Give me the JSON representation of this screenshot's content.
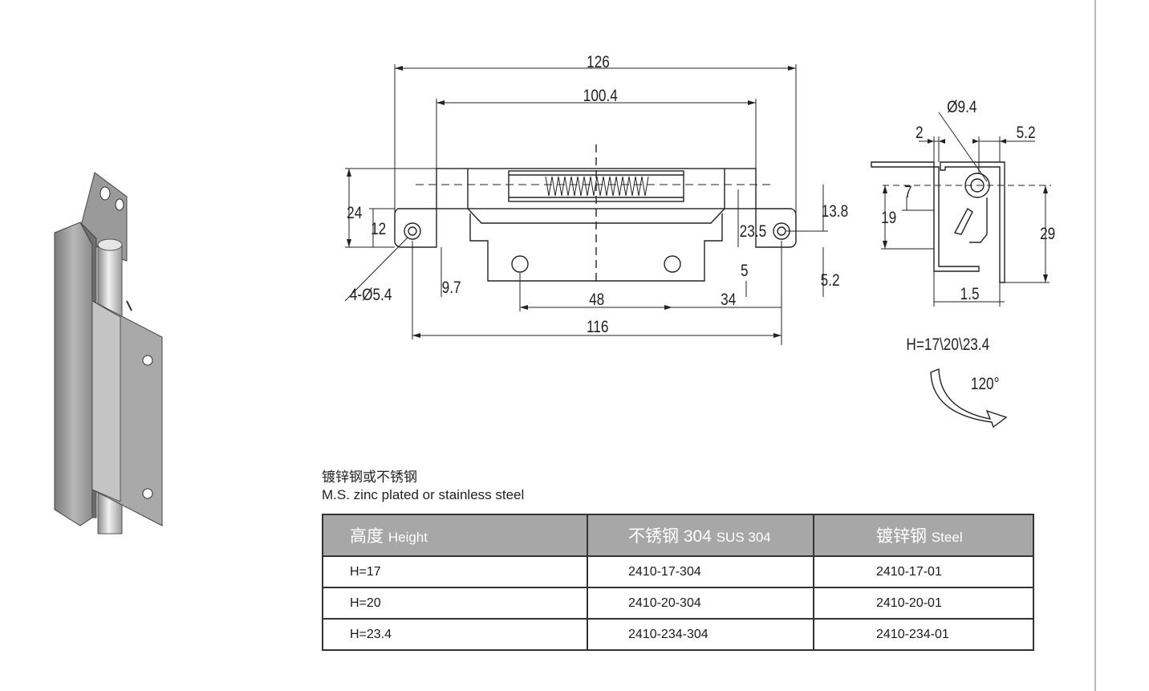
{
  "drawing": {
    "dims": {
      "overall_length": "126",
      "inner_length": "100.4",
      "height": "24",
      "hole_height": "12",
      "holes": "4-Ø5.4",
      "bottom_offset": "9.7",
      "inner_height": "23.5",
      "right_height": "13.8",
      "small_gap": "5",
      "plate_offset": "5.2",
      "lower_pitch": "48",
      "edge_gap": "34",
      "hole_pitch": "116"
    },
    "side_view": {
      "pin_diameter": "Ø9.4",
      "thickness_left": "2",
      "thickness_right": "5.2",
      "offset_7": "7",
      "height_19": "19",
      "height_29": "29",
      "gap_1_5": "1.5",
      "h_values": "H=17\\20\\23.4",
      "rotation": "120°"
    }
  },
  "material": {
    "cn": "镀锌钢或不锈钢",
    "en": "M.S. zinc plated or stainless steel"
  },
  "table": {
    "headers": [
      {
        "cn": "高度",
        "en": "Height"
      },
      {
        "cn": "不锈钢 304",
        "en": "SUS 304"
      },
      {
        "cn": "镀锌钢",
        "en": "Steel"
      }
    ],
    "rows": [
      [
        "H=17",
        "2410-17-304",
        "2410-17-01"
      ],
      [
        "H=20",
        "2410-20-304",
        "2410-20-01"
      ],
      [
        "H=23.4",
        "2410-234-304",
        "2410-234-01"
      ]
    ]
  },
  "colors": {
    "header_bg": "#a7a7a7",
    "header_text": "#ffffff",
    "line": "#222222"
  }
}
